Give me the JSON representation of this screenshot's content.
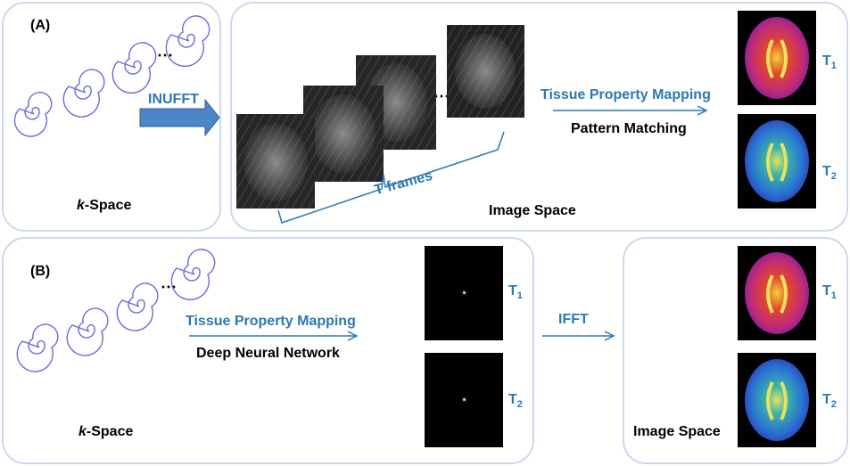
{
  "colors": {
    "panel_border": "#cdd8ec",
    "accent_blue": "#2a79b3",
    "spiral": "#6a6adf",
    "arrow_fill": "#4a86c8"
  },
  "panel_a": {
    "tag": "(A)",
    "kspace_italic": "k",
    "kspace_rest": "-Space",
    "inufft": "INUFFT",
    "ellipsis": "⋯",
    "frames_ellipsis": "⋯",
    "tissue_mapping": "Tissue Property Mapping",
    "pattern_matching": "Pattern Matching",
    "t_frames": "T frames",
    "image_space": "Image Space",
    "t1": "T",
    "t1_sub": "1",
    "t2": "T",
    "t2_sub": "2"
  },
  "panel_b": {
    "tag": "(B)",
    "kspace_italic": "k",
    "kspace_rest": "-Space",
    "ellipsis": "⋯",
    "tissue_mapping": "Tissue Property Mapping",
    "deep_network": "Deep Neural Network",
    "ifft": "IFFT",
    "t1": "T",
    "t1_sub": "1",
    "t2": "T",
    "t2_sub": "2",
    "image_space": "Image Space",
    "t1_right": "T",
    "t1_right_sub": "1",
    "t2_right": "T",
    "t2_right_sub": "2"
  }
}
